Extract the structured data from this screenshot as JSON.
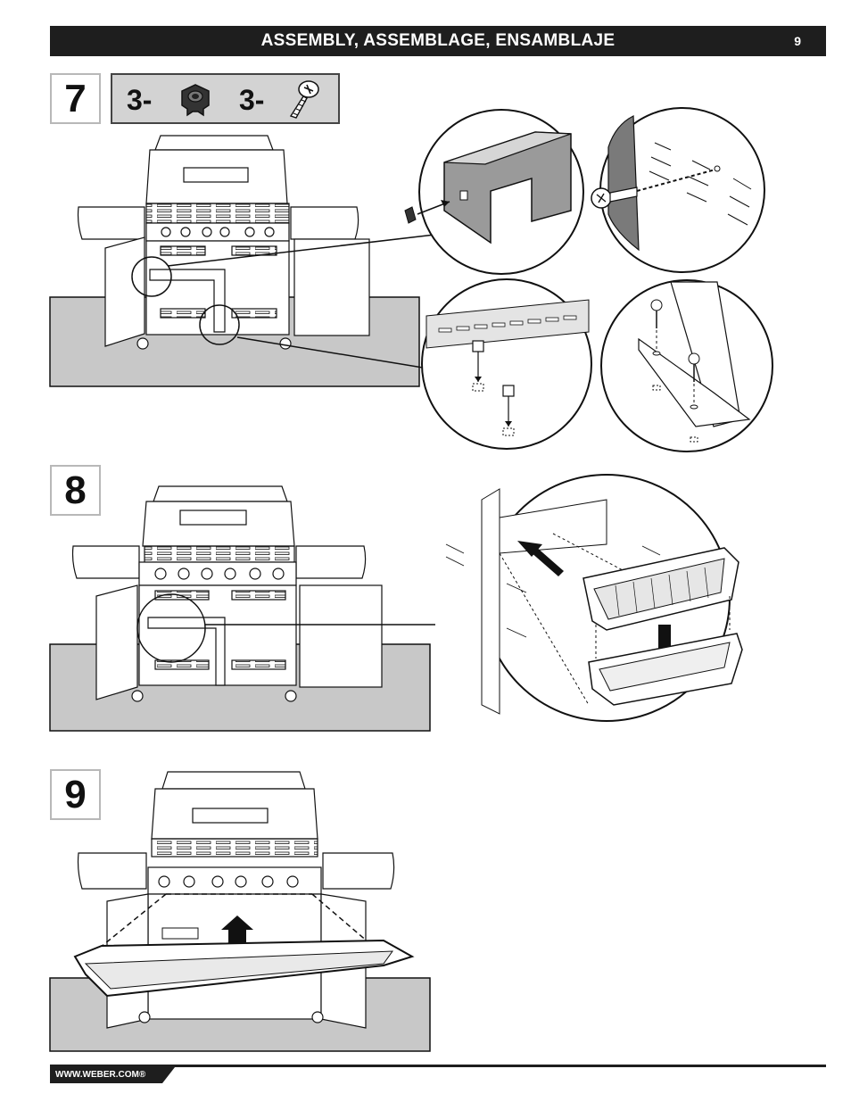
{
  "header": {
    "title": "ASSEMBLY, ASSEMBLAGE, ENSAMBLAJE",
    "page_number": "9"
  },
  "steps": [
    {
      "number": "7"
    },
    {
      "number": "8"
    },
    {
      "number": "9"
    }
  ],
  "parts": [
    {
      "qty": "3-",
      "icon": "clip-nut-icon"
    },
    {
      "qty": "3-",
      "icon": "screw-icon"
    }
  ],
  "footer": {
    "url": "WWW.WEBER.COM®"
  },
  "colors": {
    "header_bg": "#1e1e1e",
    "step_border": "#b8b8b8",
    "parts_bg": "#d3d3d3",
    "floor_gray": "#c8c8c8",
    "line_art": "#111111"
  }
}
